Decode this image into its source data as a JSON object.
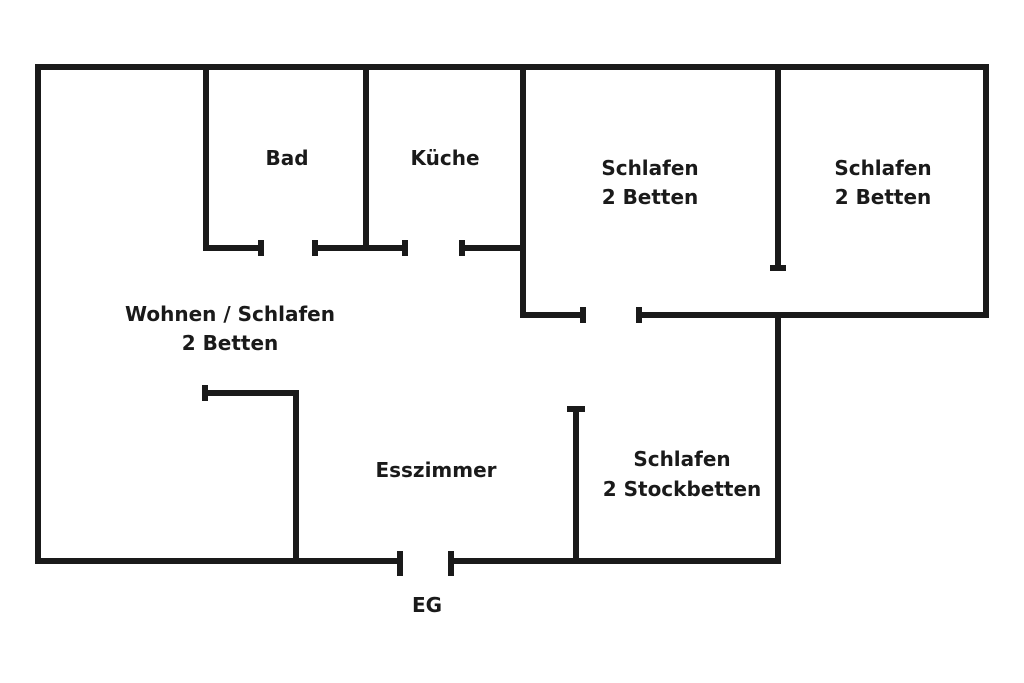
{
  "floor_label": "EG",
  "rooms": {
    "bad": {
      "name": "Bad"
    },
    "kueche": {
      "name": "Küche"
    },
    "schlafen_1": {
      "name": "Schlafen",
      "beds": "2 Betten"
    },
    "schlafen_2": {
      "name": "Schlafen",
      "beds": "2 Betten"
    },
    "wohnen": {
      "name": "Wohnen / Schlafen",
      "beds": "2 Betten"
    },
    "esszimmer": {
      "name": "Esszimmer"
    },
    "schlafen_3": {
      "name": "Schlafen",
      "beds": "2 Stockbetten"
    }
  },
  "colors": {
    "wall": "#1a1a1a",
    "background": "#ffffff"
  }
}
